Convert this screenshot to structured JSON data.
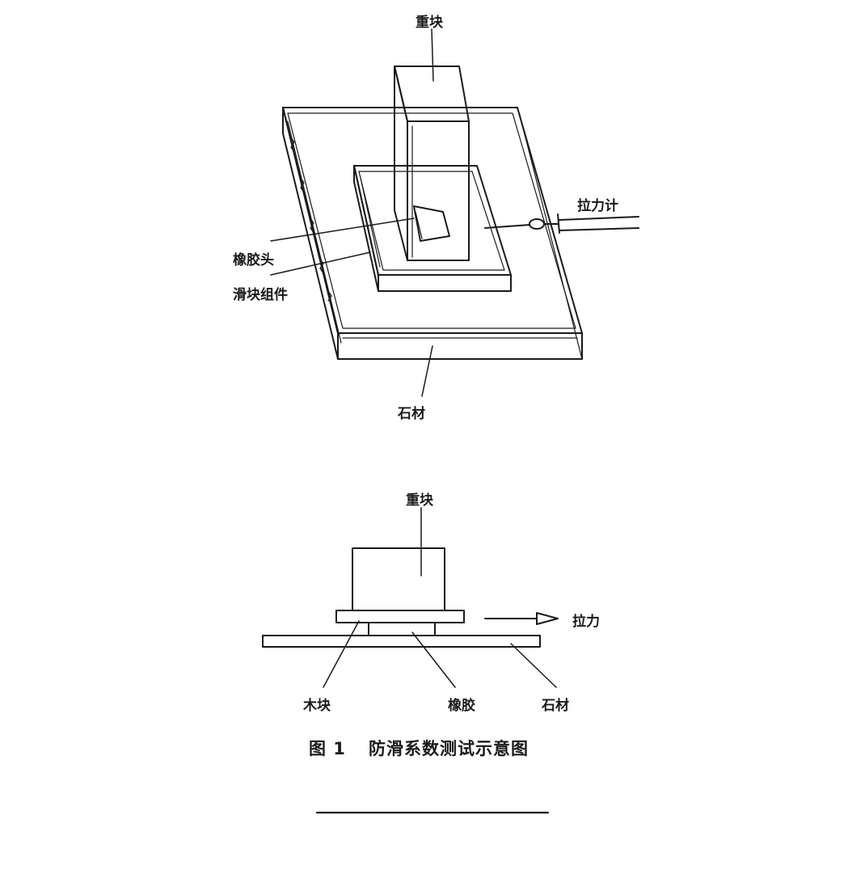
{
  "diagram_3d": {
    "weight_label": "重块",
    "gauge_label": "拉力计",
    "rubber_head_label": "橡胶头",
    "slider_label": "滑块组件",
    "stone_label": "石材"
  },
  "diagram_side": {
    "weight_label": "重块",
    "force_label": "拉力",
    "wood_label": "木块",
    "rubber_label": "橡胶",
    "stone_label": "石材"
  },
  "caption": {
    "number": "图 1",
    "title": "防滑系数测试示意图"
  },
  "colors": {
    "ink": "#1a1a1a",
    "background": "#ffffff"
  }
}
